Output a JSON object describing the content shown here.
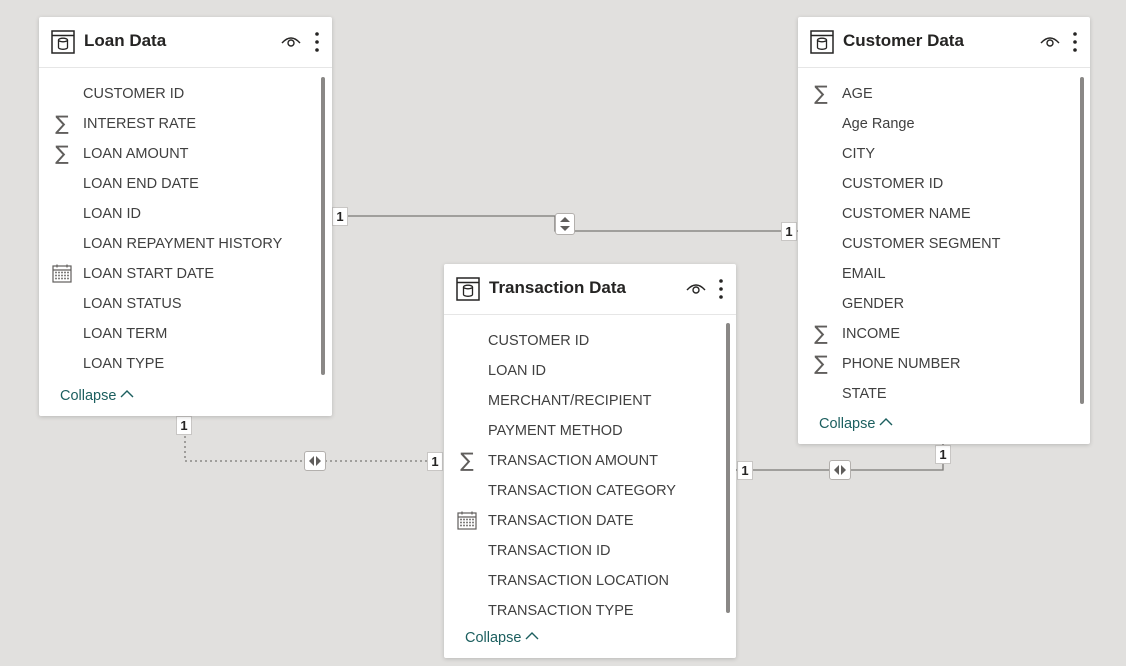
{
  "tables": {
    "loan": {
      "title": "Loan Data",
      "fields": [
        {
          "name": "CUSTOMER ID",
          "icon": ""
        },
        {
          "name": "INTEREST RATE",
          "icon": "sigma"
        },
        {
          "name": "LOAN AMOUNT",
          "icon": "sigma"
        },
        {
          "name": "LOAN END DATE",
          "icon": ""
        },
        {
          "name": "LOAN ID",
          "icon": ""
        },
        {
          "name": "LOAN REPAYMENT HISTORY",
          "icon": ""
        },
        {
          "name": "LOAN START DATE",
          "icon": "calendar"
        },
        {
          "name": "LOAN STATUS",
          "icon": ""
        },
        {
          "name": "LOAN TERM",
          "icon": ""
        },
        {
          "name": "LOAN TYPE",
          "icon": ""
        }
      ],
      "collapse_label": "Collapse"
    },
    "customer": {
      "title": "Customer Data",
      "fields": [
        {
          "name": "AGE",
          "icon": "sigma"
        },
        {
          "name": "Age Range",
          "icon": ""
        },
        {
          "name": "CITY",
          "icon": ""
        },
        {
          "name": "CUSTOMER ID",
          "icon": ""
        },
        {
          "name": "CUSTOMER NAME",
          "icon": ""
        },
        {
          "name": "CUSTOMER SEGMENT",
          "icon": ""
        },
        {
          "name": "EMAIL",
          "icon": ""
        },
        {
          "name": "GENDER",
          "icon": ""
        },
        {
          "name": "INCOME",
          "icon": "sigma"
        },
        {
          "name": "PHONE NUMBER",
          "icon": "sigma"
        },
        {
          "name": "STATE",
          "icon": ""
        }
      ],
      "collapse_label": "Collapse"
    },
    "transaction": {
      "title": "Transaction Data",
      "fields": [
        {
          "name": "CUSTOMER ID",
          "icon": ""
        },
        {
          "name": "LOAN ID",
          "icon": ""
        },
        {
          "name": "MERCHANT/RECIPIENT",
          "icon": ""
        },
        {
          "name": "PAYMENT METHOD",
          "icon": ""
        },
        {
          "name": "TRANSACTION AMOUNT",
          "icon": "sigma"
        },
        {
          "name": "TRANSACTION CATEGORY",
          "icon": ""
        },
        {
          "name": "TRANSACTION DATE",
          "icon": "calendar"
        },
        {
          "name": "TRANSACTION ID",
          "icon": ""
        },
        {
          "name": "TRANSACTION LOCATION",
          "icon": ""
        },
        {
          "name": "TRANSACTION TYPE",
          "icon": ""
        }
      ],
      "collapse_label": "Collapse"
    }
  },
  "relationships": {
    "loan_customer": {
      "from_label": "1",
      "to_label": "1",
      "cross_filter": "both",
      "line_style": "solid"
    },
    "loan_transaction": {
      "from_label": "1",
      "to_label": "1",
      "cross_filter": "both",
      "line_style": "dotted"
    },
    "transaction_customer": {
      "from_label": "1",
      "to_label": "1",
      "cross_filter": "both",
      "line_style": "solid"
    }
  },
  "colors": {
    "canvas": "#e1e0de",
    "card": "#ffffff",
    "collapse_link": "#1c5f5f",
    "relationship_line": "#7a7876"
  }
}
